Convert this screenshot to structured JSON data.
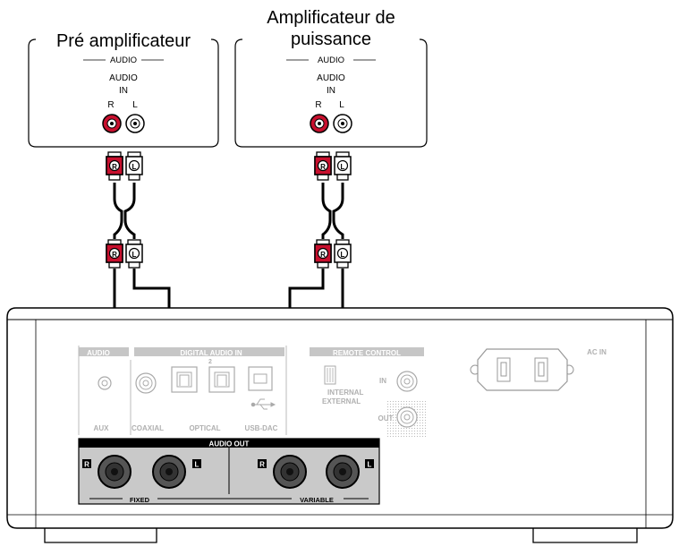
{
  "pre_amp": {
    "title": "Pré amplificateur",
    "group_label": "AUDIO",
    "input_label": "AUDIO",
    "input_sub": "IN",
    "jack_r": "R",
    "jack_l": "L"
  },
  "power_amp": {
    "title_line1": "Amplificateur de",
    "title_line2": "puissance",
    "group_label": "AUDIO",
    "input_label": "AUDIO",
    "input_sub": "IN",
    "jack_r": "R",
    "jack_l": "L"
  },
  "cable": {
    "plug_r": "R",
    "plug_l": "L"
  },
  "device": {
    "section_audio": "AUDIO",
    "section_digital": "DIGITAL AUDIO IN",
    "optical_number": "2",
    "section_remote": "REMOTE CONTROL",
    "switch_internal": "INTERNAL",
    "switch_external": "EXTERNAL",
    "remote_in": "IN",
    "remote_out": "OUT",
    "ac_in": "AC IN",
    "label_aux": "AUX",
    "label_coaxial": "COAXIAL",
    "label_optical": "OPTICAL",
    "label_usb": "USB-DAC",
    "audio_out": "AUDIO OUT",
    "fixed": "FIXED",
    "variable": "VARIABLE",
    "term_r": "R",
    "term_l": "L"
  },
  "colors": {
    "red_jack": "#c8102e",
    "panel_gray": "#d3d3d3",
    "line": "#000000"
  }
}
